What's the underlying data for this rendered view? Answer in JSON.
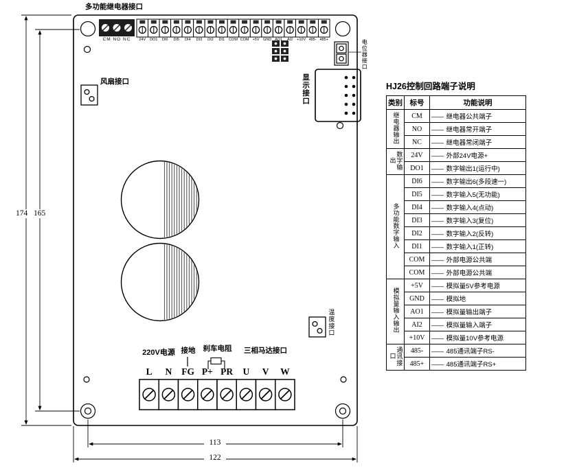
{
  "board": {
    "relay_interface_label": "多功能继电器接口",
    "relay_terminals_label": "CM NO NC",
    "top_terminals": [
      "24V",
      "DO1",
      "DI6",
      "DI5",
      "DI4",
      "DI3",
      "DI2",
      "DI1",
      "COM",
      "COM",
      "+5V",
      "GND",
      "AO1",
      "AI2",
      "+10V",
      "485-",
      "485+"
    ],
    "fan_label": "风扇接口",
    "display_label": "显示接口",
    "potentiometer_label": "电位器接口",
    "temperature_label": "温度接口",
    "power_group_label": "220V电源",
    "ground_group_label": "接地",
    "brake_group_label": "刹车电阻",
    "motor_group_label": "三相马达接口",
    "bottom_terminals": [
      "L",
      "N",
      "FG",
      "P+",
      "PR",
      "U",
      "V",
      "W"
    ],
    "dimensions": {
      "height_outer": "174",
      "height_inner": "165",
      "width_inner": "113",
      "width_outer": "122"
    }
  },
  "table": {
    "title": "HJ26控制回路端子说明",
    "headers": [
      "类别",
      "标号",
      "功能说明"
    ],
    "desc_prefix": "——",
    "groups": [
      {
        "category": "继电器输出",
        "rows": [
          [
            "CM",
            "继电器公共端子"
          ],
          [
            "NO",
            "继电器常开端子"
          ],
          [
            "NC",
            "继电器常闭端子"
          ]
        ]
      },
      {
        "category": "数字输出",
        "rows": [
          [
            "24V",
            "外部24V电源+"
          ],
          [
            "DO1",
            "数字输出1(运行中)"
          ]
        ]
      },
      {
        "category": "多功能数字输入",
        "rows": [
          [
            "DI6",
            "数字输出6(多段速一)"
          ],
          [
            "DI5",
            "数字输入5(无功能)"
          ],
          [
            "DI4",
            "数字输入4(点动)"
          ],
          [
            "DI3",
            "数字输入3(复位)"
          ],
          [
            "DI2",
            "数字输入2(反转)"
          ],
          [
            "DI1",
            "数字输入1(正转)"
          ],
          [
            "COM",
            "外部电源公共端"
          ],
          [
            "COM",
            "外部电源公共端"
          ]
        ]
      },
      {
        "category": "模拟量输入输出",
        "rows": [
          [
            "+5V",
            "模拟量5V参考电源"
          ],
          [
            "GND",
            "模拟地"
          ],
          [
            "AO1",
            "模拟量输出端子"
          ],
          [
            "AI2",
            "模拟量输入端子"
          ],
          [
            "+10V",
            "模拟量10V参考电源"
          ]
        ]
      },
      {
        "category": "通讯接口",
        "rows": [
          [
            "485-",
            "485通讯端子RS-"
          ],
          [
            "485+",
            "485通讯端子RS+"
          ]
        ]
      }
    ]
  }
}
